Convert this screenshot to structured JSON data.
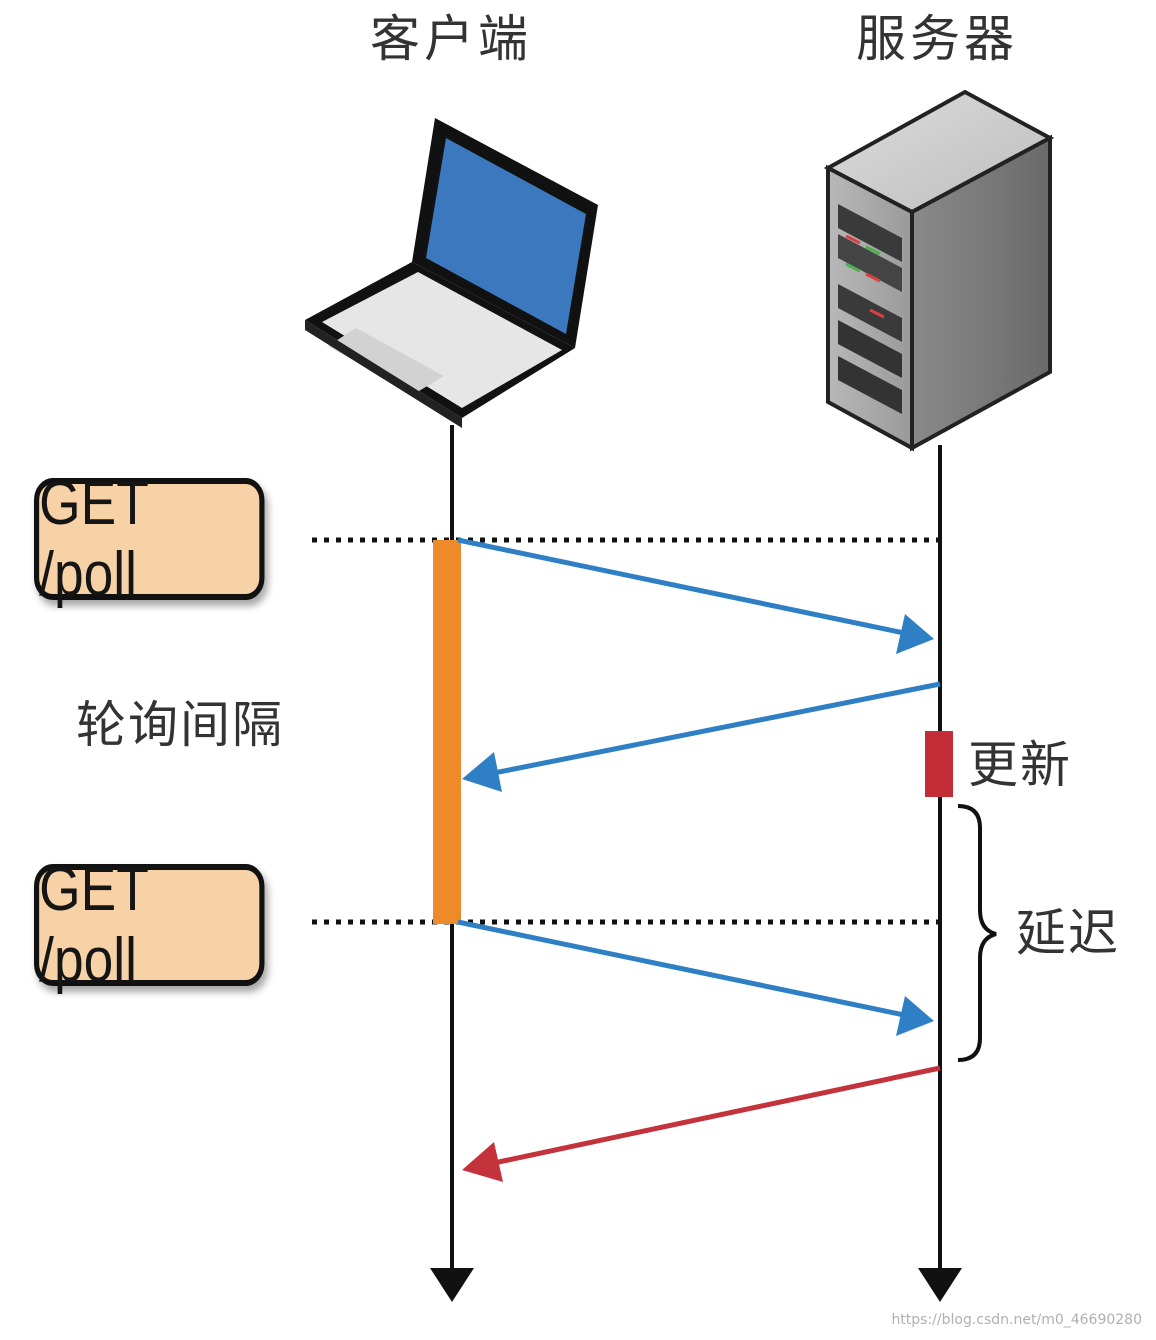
{
  "columns": {
    "client_title": "客户端",
    "server_title": "服务器"
  },
  "requests": [
    {
      "label": "GET /poll"
    },
    {
      "label": "GET /poll"
    }
  ],
  "annotations": {
    "poll_interval": "轮询间隔",
    "update": "更新",
    "delay": "延迟"
  },
  "icons": {
    "client": "laptop-icon",
    "server": "server-tower-icon"
  },
  "colors": {
    "request_arrow": "#2f7fc4",
    "delayed_response_arrow": "#c4323c",
    "poll_interval_bar": "#ef8a2b",
    "update_marker": "#c42c37",
    "request_box_fill": "#f8d2a7",
    "lifeline": "#111111"
  },
  "footer": {
    "credit": "https://blog.csdn.net/m0_46690280"
  }
}
